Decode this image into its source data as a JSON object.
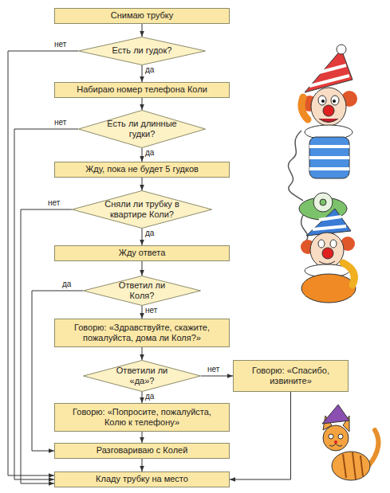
{
  "diagram": {
    "nodes": [
      {
        "text": [
          "Снимаю трубку"
        ]
      },
      {
        "text": [
          "Есть ли гудок?"
        ]
      },
      {
        "text": [
          "Набираю номер телефона Коли"
        ]
      },
      {
        "text": [
          "Есть ли длинные гудки?"
        ]
      },
      {
        "text": [
          "Жду, пока не будет 5 гудков"
        ]
      },
      {
        "text": [
          "Сняли ли трубку в квартире Коли?"
        ]
      },
      {
        "text": [
          "Жду ответа"
        ]
      },
      {
        "text": [
          "Ответил ли Коля?"
        ]
      },
      {
        "text": [
          "Говорю: «Здравствуйте, скажите, пожалуйста, дома ли Коля?»"
        ]
      },
      {
        "text": [
          "Ответили ли «да»?"
        ]
      },
      {
        "text": [
          "Говорю: «Спасибо, извините»"
        ]
      },
      {
        "text": [
          "Говорю: «Попросите, пожалуйста, Колю к телефону»"
        ]
      },
      {
        "text": [
          "Разговариваю с Колей"
        ]
      },
      {
        "text": [
          "Кладу трубку на место"
        ]
      }
    ],
    "edges": [
      {
        "from": 0,
        "to": 1,
        "arrow": "to"
      },
      {
        "from": 1,
        "to": 2,
        "label": "да",
        "arrow": "to"
      },
      {
        "from": 1,
        "to": 13,
        "label": "нет",
        "arrow": "to"
      },
      {
        "from": 2,
        "to": 3,
        "arrow": "to"
      },
      {
        "from": 3,
        "to": 4,
        "label": "да",
        "arrow": "to"
      },
      {
        "from": 3,
        "to": 13,
        "label": "нет",
        "arrow": "to"
      },
      {
        "from": 4,
        "to": 5,
        "arrow": "to"
      },
      {
        "from": 5,
        "to": 6,
        "label": "да",
        "arrow": "to"
      },
      {
        "from": 5,
        "to": 13,
        "label": "нет",
        "arrow": "to"
      },
      {
        "from": 6,
        "to": 7,
        "arrow": "to"
      },
      {
        "from": 7,
        "to": 12,
        "label": "да",
        "arrow": "to"
      },
      {
        "from": 7,
        "to": 8,
        "label": "нет",
        "arrow": "to"
      },
      {
        "from": 8,
        "to": 9,
        "arrow": "to"
      },
      {
        "from": 9,
        "to": 11,
        "label": "да",
        "arrow": "to"
      },
      {
        "from": 9,
        "to": 10,
        "label": "нет",
        "arrow": "to"
      },
      {
        "from": 10,
        "to": 13,
        "arrow": "to"
      },
      {
        "from": 11,
        "to": 12,
        "arrow": "to"
      },
      {
        "from": 12,
        "to": 13,
        "arrow": "to"
      }
    ]
  }
}
